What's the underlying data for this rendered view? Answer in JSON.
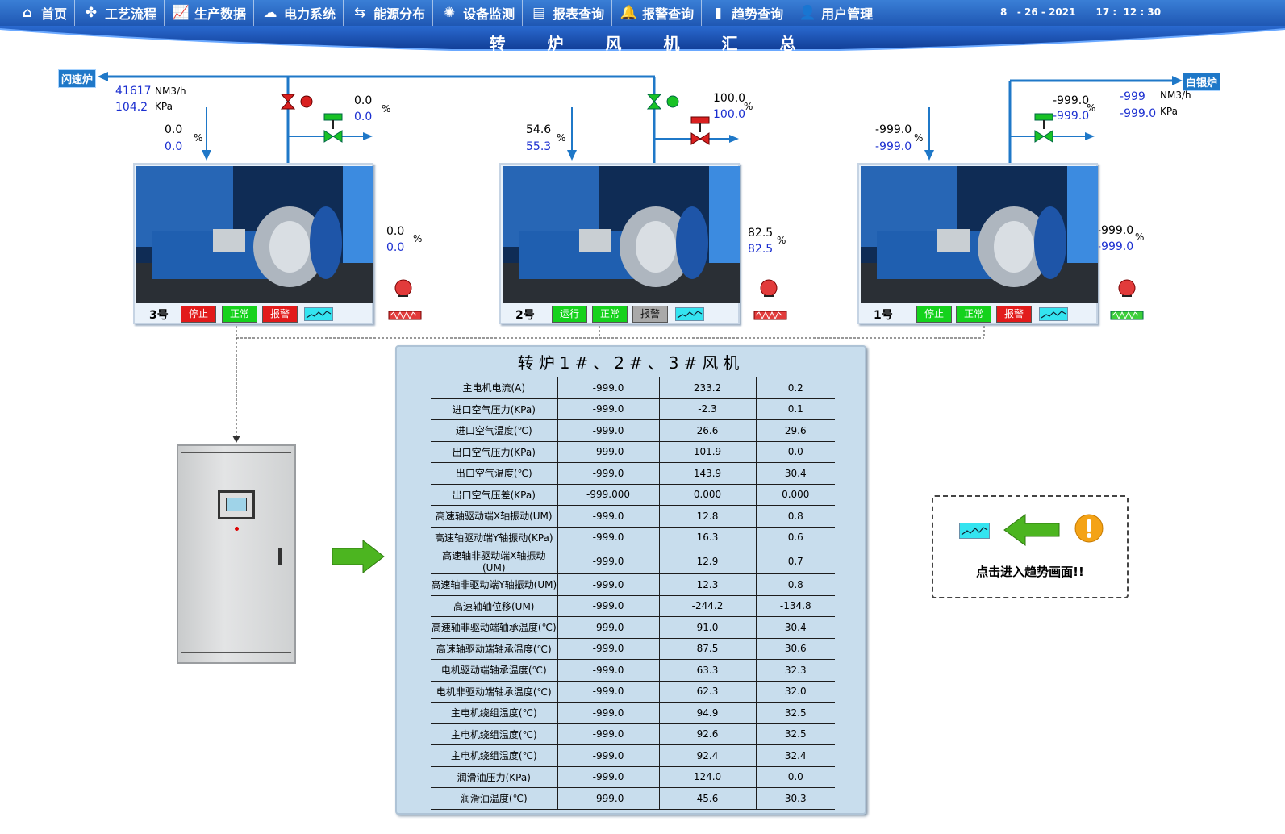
{
  "nav": {
    "items": [
      {
        "label": "首页",
        "icon": "home-icon"
      },
      {
        "label": "工艺流程",
        "icon": "process-flow-icon"
      },
      {
        "label": "生产数据",
        "icon": "production-chart-icon"
      },
      {
        "label": "电力系统",
        "icon": "power-icon"
      },
      {
        "label": "能源分布",
        "icon": "energy-icon"
      },
      {
        "label": "设备监测",
        "icon": "gear-icon"
      },
      {
        "label": "报表查询",
        "icon": "report-icon"
      },
      {
        "label": "报警查询",
        "icon": "alarm-bell-icon"
      },
      {
        "label": "趋势查询",
        "icon": "trend-bars-icon"
      },
      {
        "label": "用户管理",
        "icon": "user-icon"
      }
    ],
    "datetime": "8   - 26 - 2021      17 :  12 : 30"
  },
  "page_title": "转炉风机汇总",
  "process": {
    "left_destination": "闪速炉",
    "right_destination": "白银炉",
    "left_flow": {
      "value": "41617",
      "unit": "NM3/h"
    },
    "left_pressure": {
      "value": "104.2",
      "unit": "KPa"
    },
    "right_flow": {
      "value": "-999",
      "unit": "NM3/h"
    },
    "right_pressure": {
      "value": "-999.0",
      "unit": "KPa"
    }
  },
  "fans": [
    {
      "id": "3号",
      "status": [
        {
          "label": "停止",
          "color": "#e21b1b"
        },
        {
          "label": "正常",
          "color": "#15d21c"
        },
        {
          "label": "报警",
          "color": "#e21b1b"
        }
      ],
      "inlet_valve": {
        "set": "0.0",
        "actual": "0.0",
        "unit": "%"
      },
      "outlet_valve": {
        "set": "0.0",
        "actual": "0.0",
        "unit": "%"
      },
      "vent_valve": {
        "set": "0.0",
        "actual": "0.0",
        "unit": "%"
      },
      "main_valve_state": "closed",
      "vent_valve_state": "open"
    },
    {
      "id": "2号",
      "status": [
        {
          "label": "运行",
          "color": "#15d21c"
        },
        {
          "label": "正常",
          "color": "#15d21c"
        },
        {
          "label": "报警",
          "color": "#a9a9a9"
        }
      ],
      "inlet_valve": {
        "set": "54.6",
        "actual": "55.3",
        "unit": "%"
      },
      "outlet_valve": {
        "set": "82.5",
        "actual": "82.5",
        "unit": "%"
      },
      "vent_valve": {
        "set": "100.0",
        "actual": "100.0",
        "unit": "%"
      },
      "main_valve_state": "open",
      "vent_valve_state": "closed"
    },
    {
      "id": "1号",
      "status": [
        {
          "label": "停止",
          "color": "#15d21c"
        },
        {
          "label": "正常",
          "color": "#15d21c"
        },
        {
          "label": "报警",
          "color": "#e21b1b"
        }
      ],
      "inlet_valve": {
        "set": "-999.0",
        "actual": "-999.0",
        "unit": "%"
      },
      "outlet_valve": {
        "set": "-999.0",
        "actual": "-999.0",
        "unit": "%"
      },
      "vent_valve": {
        "set": "-999.0",
        "actual": "-999.0",
        "unit": "%"
      },
      "main_valve_state": "none",
      "vent_valve_state": "open"
    }
  ],
  "table": {
    "title": "转炉1#、2#、3#风机",
    "rows": [
      [
        "主电机电流(A)",
        "-999.0",
        "233.2",
        "0.2"
      ],
      [
        "进口空气压力(KPa)",
        "-999.0",
        "-2.3",
        "0.1"
      ],
      [
        "进口空气温度(℃)",
        "-999.0",
        "26.6",
        "29.6"
      ],
      [
        "出口空气压力(KPa)",
        "-999.0",
        "101.9",
        "0.0"
      ],
      [
        "出口空气温度(℃)",
        "-999.0",
        "143.9",
        "30.4"
      ],
      [
        "出口空气压差(KPa)",
        "-999.000",
        "0.000",
        "0.000"
      ],
      [
        "高速轴驱动端X轴振动(UM)",
        "-999.0",
        "12.8",
        "0.8"
      ],
      [
        "高速轴驱动端Y轴振动(KPa)",
        "-999.0",
        "16.3",
        "0.6"
      ],
      [
        "高速轴非驱动端X轴振动(UM)",
        "-999.0",
        "12.9",
        "0.7"
      ],
      [
        "高速轴非驱动端Y轴振动(UM)",
        "-999.0",
        "12.3",
        "0.8"
      ],
      [
        "高速轴轴位移(UM)",
        "-999.0",
        "-244.2",
        "-134.8"
      ],
      [
        "高速轴非驱动端轴承温度(℃)",
        "-999.0",
        "91.0",
        "30.4"
      ],
      [
        "高速轴驱动端轴承温度(℃)",
        "-999.0",
        "87.5",
        "30.6"
      ],
      [
        "电机驱动端轴承温度(℃)",
        "-999.0",
        "63.3",
        "32.3"
      ],
      [
        "电机非驱动端轴承温度(℃)",
        "-999.0",
        "62.3",
        "32.0"
      ],
      [
        "主电机绕组温度(℃)",
        "-999.0",
        "94.9",
        "32.5"
      ],
      [
        "主电机绕组温度(℃)",
        "-999.0",
        "92.6",
        "32.5"
      ],
      [
        "主电机绕组温度(℃)",
        "-999.0",
        "92.4",
        "32.4"
      ],
      [
        "润滑油压力(KPa)",
        "-999.0",
        "124.0",
        "0.0"
      ],
      [
        "润滑油温度(℃)",
        "-999.0",
        "45.6",
        "30.3"
      ]
    ]
  },
  "trend_link": {
    "label": "点击进入趋势画面!!"
  },
  "colors": {
    "nav_bg": "#2b6fcf",
    "pipe": "#1f78c8",
    "text_blue": "#1b2fd0",
    "status_red": "#e21b1b",
    "status_green": "#15d21c",
    "table_bg": "#c8dded"
  }
}
